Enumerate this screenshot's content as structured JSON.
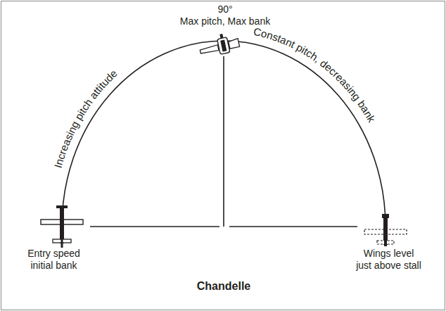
{
  "diagram": {
    "caption": "Chandelle",
    "labels": [
      "90°",
      "Max pitch, Max bank",
      "Increasing pitch attitude",
      "Constant pitch, decreasing bank",
      "Entry speed initial bank",
      "Wings level just above stall"
    ]
  }
}
